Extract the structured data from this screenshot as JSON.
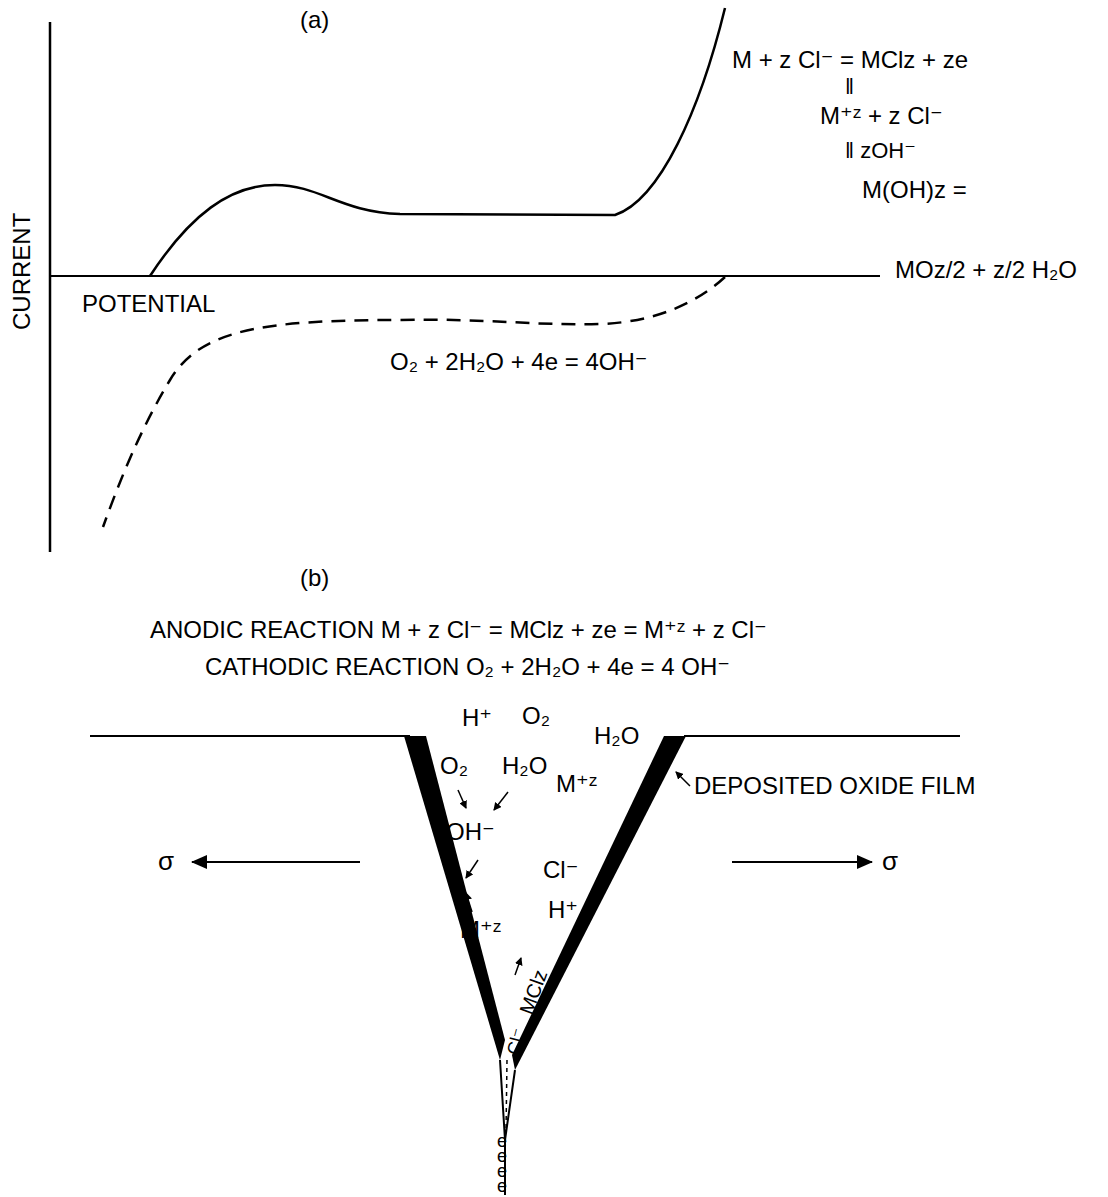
{
  "diagram": {
    "labels": [
      "(a)",
      "CURRENT",
      "POTENTIAL",
      "M + z Cl⁻ = MClz + ze",
      "‖",
      "M⁺ᶻ + z Cl⁻",
      "‖ zOH⁻",
      "M(OH)z =",
      "MOz/2 + z/2 H₂O",
      "O₂ + 2H₂O + 4e = 4OH⁻",
      "(b)",
      "ANODIC REACTION M + z Cl⁻ = MClz + ze = M⁺ᶻ + z Cl⁻",
      "CATHODIC REACTION O₂ + 2H₂O + 4e = 4 OH⁻",
      "H⁺",
      "O₂",
      "H₂O",
      "O₂",
      "H₂O",
      "M⁺ᶻ",
      "OH⁻",
      "Cl⁻",
      "H⁺",
      "M⁺ᶻ",
      "MClz",
      "Cl⁻",
      "e",
      "e",
      "e",
      "e",
      "DEPOSITED OXIDE FILM",
      "σ",
      "σ"
    ]
  }
}
